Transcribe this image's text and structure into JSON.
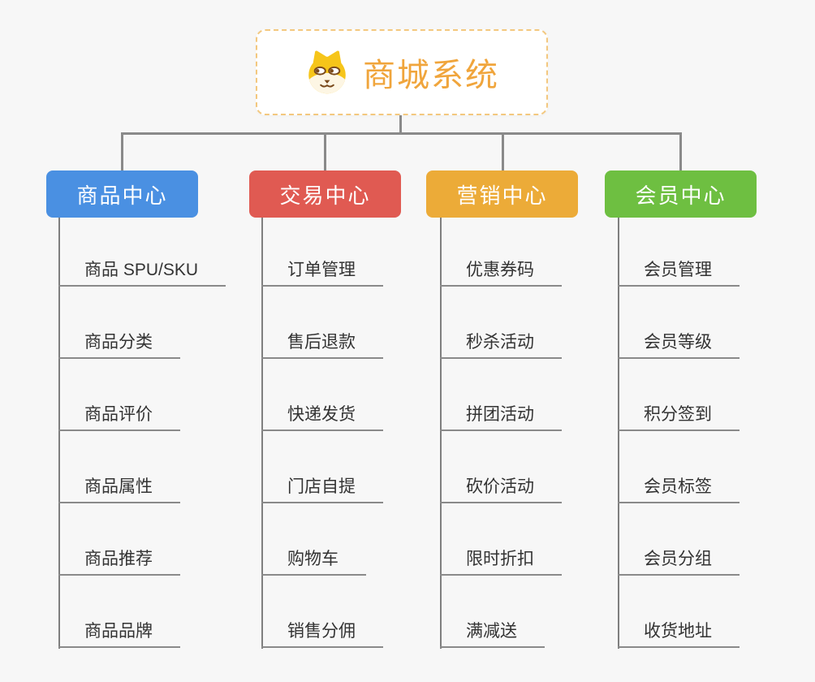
{
  "root": {
    "title": "商城系统",
    "icon": "dog-face",
    "title_color": "#f0a53c",
    "border_color": "#f3c87f"
  },
  "connector_color": "#8a8a8a",
  "background_color": "#f7f7f7",
  "columns": [
    {
      "label": "商品中心",
      "color": "#4a90e2",
      "items": [
        "商品 SPU/SKU",
        "商品分类",
        "商品评价",
        "商品属性",
        "商品推荐",
        "商品品牌"
      ]
    },
    {
      "label": "交易中心",
      "color": "#e05a52",
      "items": [
        "订单管理",
        "售后退款",
        "快递发货",
        "门店自提",
        "购物车",
        "销售分佣"
      ]
    },
    {
      "label": "营销中心",
      "color": "#ecab38",
      "items": [
        "优惠券码",
        "秒杀活动",
        "拼团活动",
        "砍价活动",
        "限时折扣",
        "满减送"
      ]
    },
    {
      "label": "会员中心",
      "color": "#6ebf41",
      "items": [
        "会员管理",
        "会员等级",
        "积分签到",
        "会员标签",
        "会员分组",
        "收货地址"
      ]
    }
  ]
}
